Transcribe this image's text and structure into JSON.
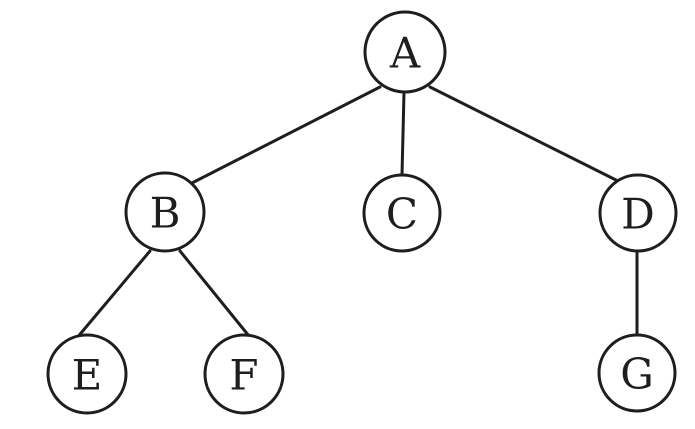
{
  "diagram": {
    "type": "tree",
    "colors": {
      "stroke": "#1e1e1e",
      "node_fill": "#ffffff",
      "background": "#ffffff"
    },
    "nodes": [
      {
        "id": "A",
        "label": "A"
      },
      {
        "id": "B",
        "label": "B"
      },
      {
        "id": "C",
        "label": "C"
      },
      {
        "id": "D",
        "label": "D"
      },
      {
        "id": "E",
        "label": "E"
      },
      {
        "id": "F",
        "label": "F"
      },
      {
        "id": "G",
        "label": "G"
      }
    ],
    "edges": [
      {
        "from": "A",
        "to": "B"
      },
      {
        "from": "A",
        "to": "C"
      },
      {
        "from": "A",
        "to": "D"
      },
      {
        "from": "B",
        "to": "E"
      },
      {
        "from": "B",
        "to": "F"
      },
      {
        "from": "D",
        "to": "G"
      }
    ]
  }
}
